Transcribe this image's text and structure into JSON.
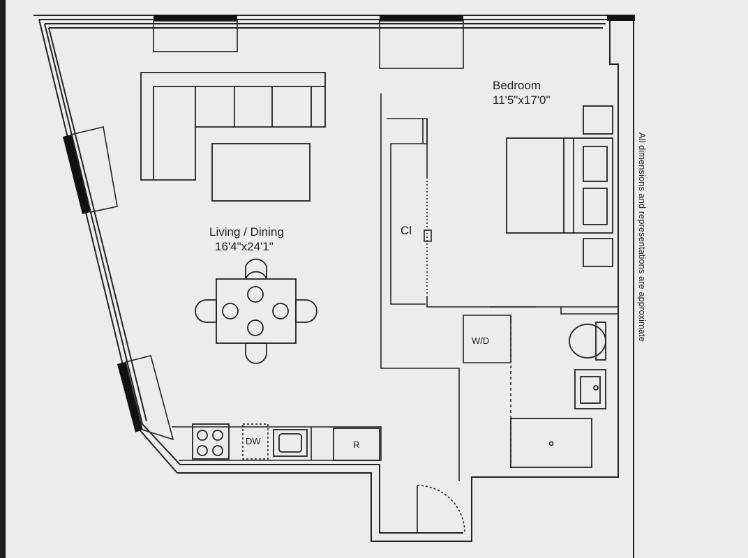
{
  "rooms": {
    "bedroom": {
      "name": "Bedroom",
      "dims": "11'5\"x17'0\""
    },
    "living_dining": {
      "name": "Living / Dining",
      "dims": "16'4\"x24'1\""
    }
  },
  "labels": {
    "closet": "Cl",
    "washer_dryer": "W/D",
    "dishwasher": "DW",
    "refrigerator": "R"
  },
  "note": "All dimensions and representations are approximate",
  "colors": {
    "paper": "#ececec",
    "line": "#222222",
    "frame": "#1c1c1c"
  }
}
